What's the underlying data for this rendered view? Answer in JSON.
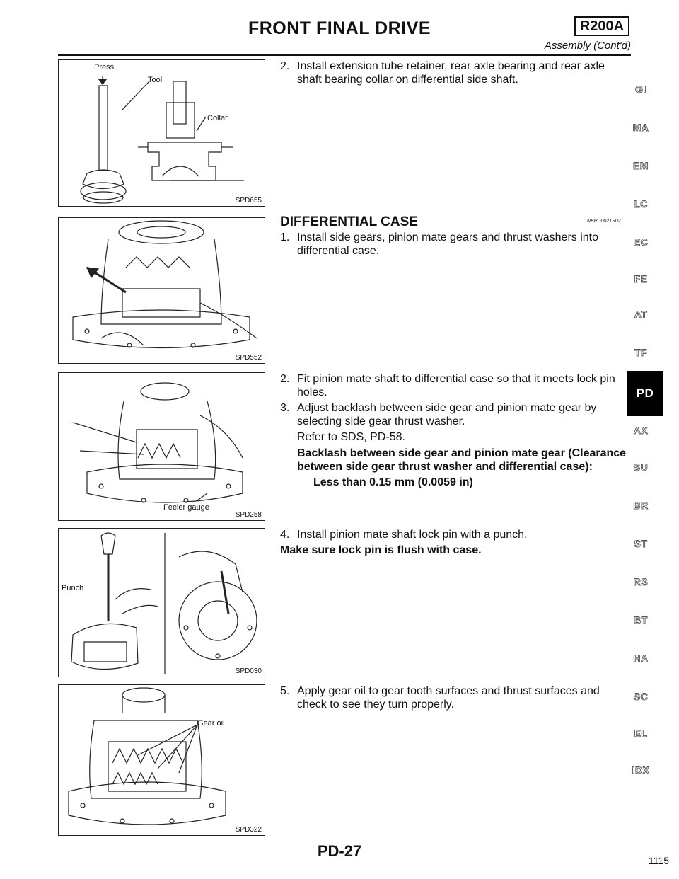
{
  "header": {
    "title": "FRONT FINAL DRIVE",
    "model": "R200A",
    "subtitle": "Assembly (Cont'd)"
  },
  "figures": [
    {
      "code": "SPD655",
      "labels": [
        "Press",
        "Tool",
        "Collar"
      ]
    },
    {
      "code": "SPD552",
      "labels": []
    },
    {
      "code": "SPD258",
      "labels": [
        "Feeler gauge"
      ]
    },
    {
      "code": "SPD030",
      "labels": [
        "Punch"
      ]
    },
    {
      "code": "SPD322",
      "labels": [
        "Gear oil"
      ]
    }
  ],
  "content": {
    "step2a_num": "2.",
    "step2a_text": "Install extension tube retainer, rear axle bearing and rear axle shaft bearing collar on differential side shaft.",
    "section_title": "DIFFERENTIAL CASE",
    "section_code": "NBPD0021S02",
    "step1_num": "1.",
    "step1_text": "Install side gears, pinion mate gears and thrust washers into differential case.",
    "step2b_num": "2.",
    "step2b_text": "Fit pinion mate shaft to differential case so that it meets lock pin holes.",
    "step3_num": "3.",
    "step3_text": "Adjust backlash between side gear and pinion mate gear by selecting side gear thrust washer.",
    "step3_ref": "Refer to SDS, PD-58.",
    "spec_title": "Backlash between side gear and pinion mate gear (Clearance between side gear thrust washer and differential case):",
    "spec_value": "Less than 0.15 mm (0.0059 in)",
    "step4_num": "4.",
    "step4_text": "Install pinion mate shaft lock pin with a punch.",
    "step4_note": "Make sure lock pin is flush with case.",
    "step5_num": "5.",
    "step5_text": "Apply gear oil to gear tooth surfaces and thrust surfaces and check to see they turn properly."
  },
  "side_tabs": [
    "GI",
    "MA",
    "EM",
    "LC",
    "EC",
    "FE",
    "AT",
    "TF",
    "PD",
    "AX",
    "SU",
    "BR",
    "ST",
    "RS",
    "BT",
    "HA",
    "SC",
    "EL",
    "IDX"
  ],
  "active_tab": "PD",
  "footer": {
    "page": "PD-27",
    "sheet": "1115"
  }
}
